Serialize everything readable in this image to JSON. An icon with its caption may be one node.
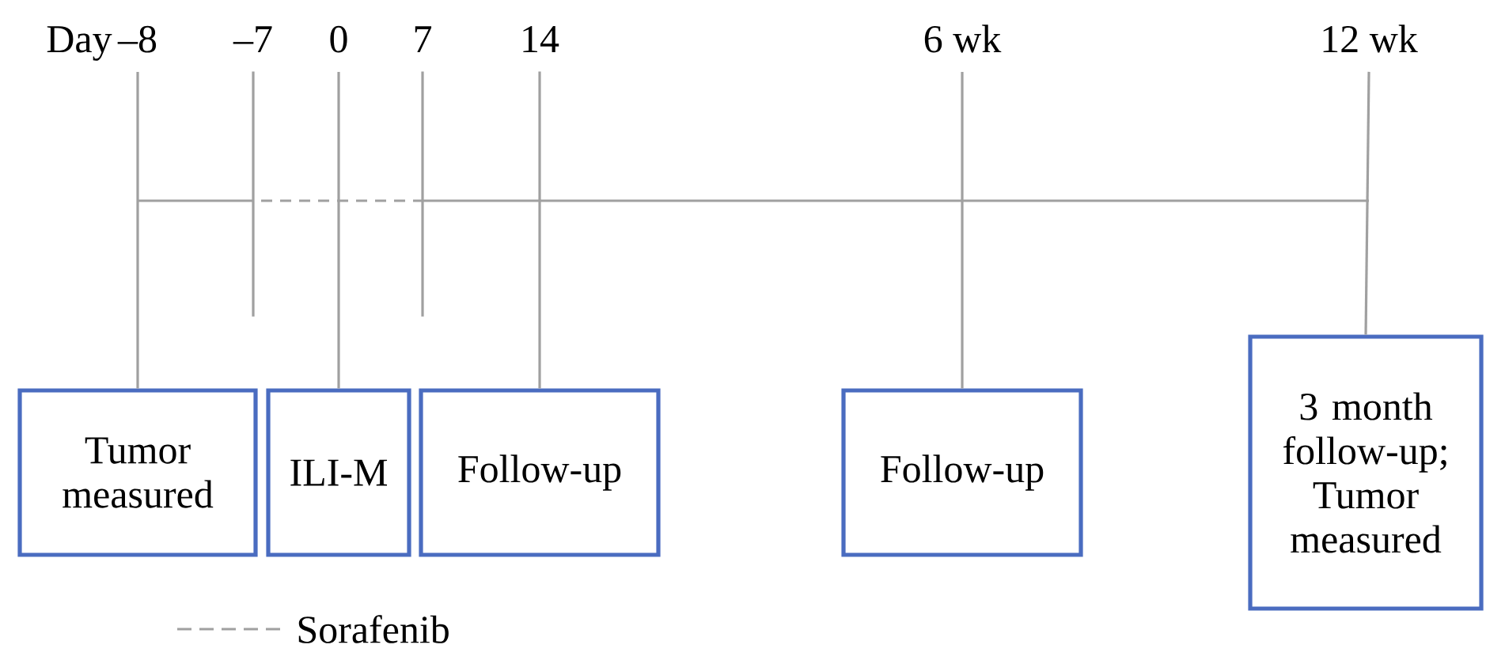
{
  "diagram": {
    "nodes": [
      {
        "text": [
          "–8"
        ]
      },
      {
        "text": [
          "–7"
        ]
      },
      {
        "text": [
          "0"
        ]
      },
      {
        "text": [
          "7"
        ]
      },
      {
        "text": [
          "14"
        ]
      },
      {
        "text": [
          "6 wk"
        ]
      },
      {
        "text": [
          "12 wk"
        ]
      },
      {
        "text": [
          "Tumor measured"
        ]
      },
      {
        "text": [
          "ILI-M"
        ]
      },
      {
        "text": [
          "Follow-up"
        ]
      },
      {
        "text": [
          "Follow-up"
        ]
      },
      {
        "text": [
          "3 month follow-up; Tumor measured"
        ]
      }
    ],
    "edges": [
      {
        "from": 0,
        "to": 7,
        "arrow": "none"
      },
      {
        "from": 1,
        "to": null,
        "arrow": "none"
      },
      {
        "from": 2,
        "to": 8,
        "arrow": "none"
      },
      {
        "from": 3,
        "to": null,
        "arrow": "none"
      },
      {
        "from": 4,
        "to": 9,
        "arrow": "none"
      },
      {
        "from": 5,
        "to": 10,
        "arrow": "none"
      },
      {
        "from": 6,
        "to": 11,
        "arrow": "none"
      }
    ],
    "labels": [
      "Day"
    ],
    "legend": [
      {
        "text": "Sorafenib"
      }
    ]
  }
}
